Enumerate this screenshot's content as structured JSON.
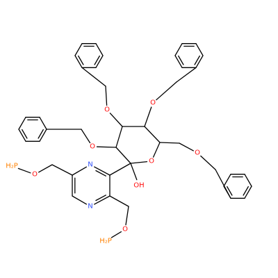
{
  "colors": {
    "bond": "#000000",
    "oxygen": "#ff0d0d",
    "nitrogen": "#3050f8",
    "phosphorus": "#ff8000",
    "background": "#ffffff"
  },
  "atom_labels": {
    "o_benzyloxy_upper_left": "O",
    "o_benzyloxy_upper_right": "O",
    "o_benzyloxy_left": "O",
    "o_ring": "O",
    "o_benzyloxy_methyl": "O",
    "oh": "OH",
    "n_top": "N",
    "n_bottom": "N",
    "o_phosphino_left": "O",
    "o_phosphino_bottom": "O",
    "ph2_left": "H₂P",
    "ph2_bottom": "H₂P"
  }
}
